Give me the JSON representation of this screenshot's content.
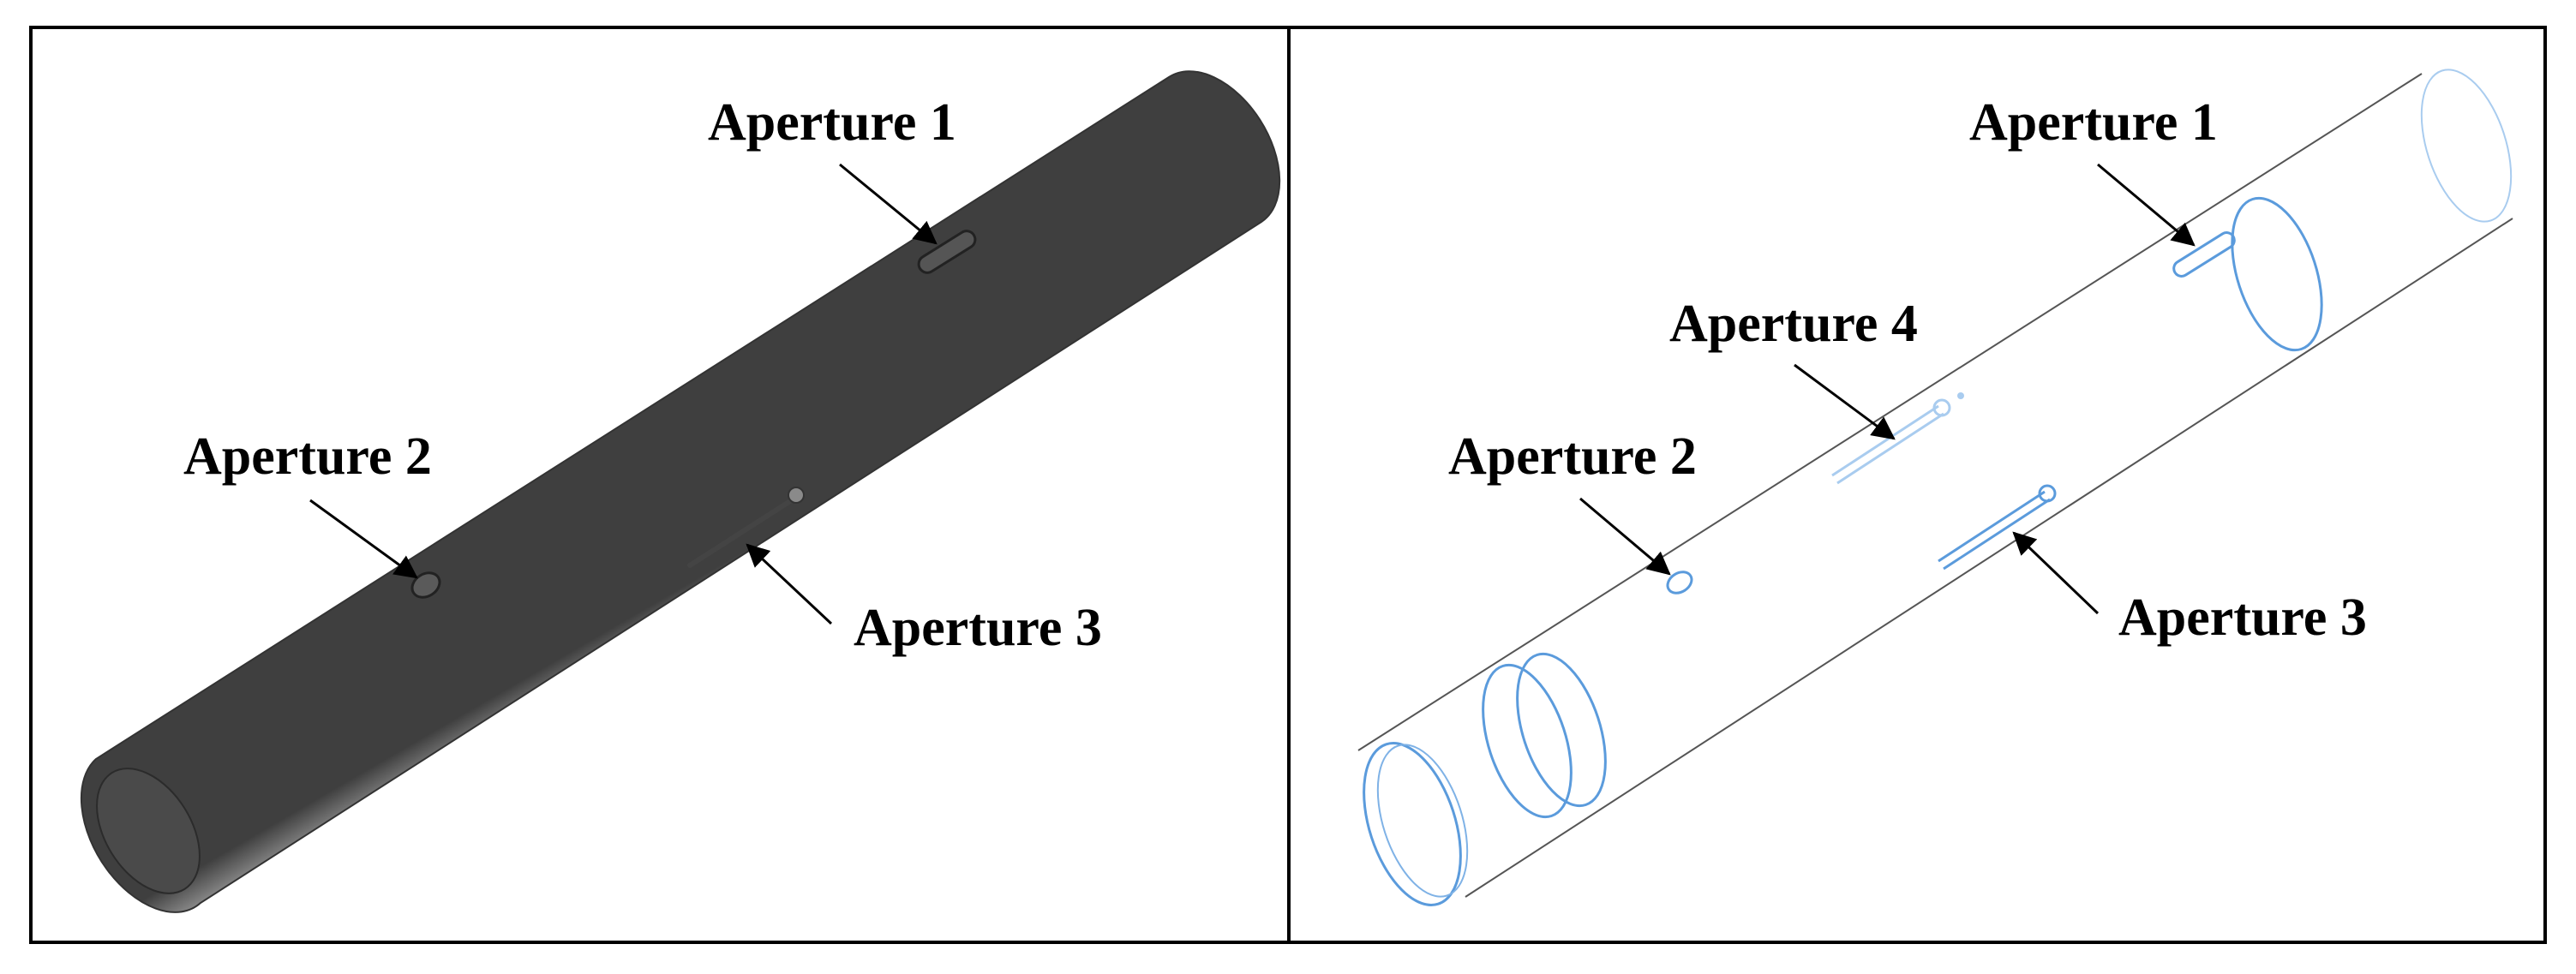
{
  "panels": [
    {
      "id": "solid",
      "labels": {
        "a1": "Aperture 1",
        "a2": "Aperture 2",
        "a3": "Aperture 3"
      }
    },
    {
      "id": "wireframe",
      "labels": {
        "a1": "Aperture 1",
        "a2": "Aperture 2",
        "a3": "Aperture 3",
        "a4": "Aperture 4"
      }
    }
  ],
  "colors": {
    "frame": "#000000",
    "solid_body": "#8f8f8f",
    "solid_end_cap": "#4a4a4a",
    "wire_outline": "#555555",
    "wire_feature": "#5b9bdc"
  }
}
